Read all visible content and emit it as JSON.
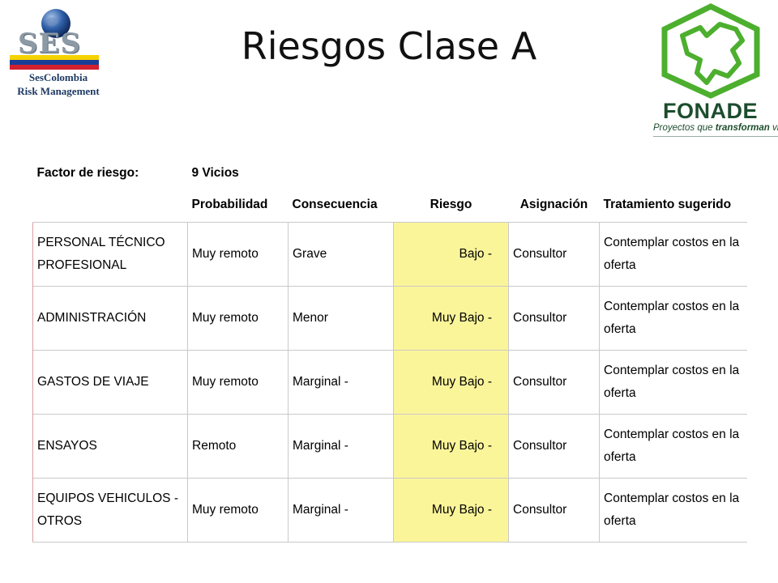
{
  "logo_left": {
    "wordmark": "SES",
    "line1": "SesColombia",
    "line2": "Risk Management",
    "flag_colors": [
      "#f5d200",
      "#1a3e97",
      "#d2202f"
    ]
  },
  "title": "Riesgos Clase A",
  "logo_right": {
    "brand": "FONADE",
    "tagline_prefix": "Proyectos que ",
    "tagline_bold": "transforman",
    "tagline_suffix": " vida",
    "color": "#4caf2e"
  },
  "table": {
    "factor_label": "Factor de riesgo:",
    "factor_value": "9 Vicios",
    "headers": [
      "Probabilidad",
      "Consecuencia",
      "Riesgo",
      "Asignación",
      "Tratamiento sugerido"
    ],
    "highlight_color": "#fbf59a",
    "rows": [
      {
        "factor": "PERSONAL TÉCNICO PROFESIONAL",
        "probabilidad": "Muy remoto",
        "consecuencia": "Grave",
        "riesgo": "Bajo -",
        "asignacion": "Consultor",
        "tratamiento": "Contemplar costos en la oferta"
      },
      {
        "factor": "ADMINISTRACIÓN",
        "probabilidad": "Muy remoto",
        "consecuencia": "Menor",
        "riesgo": "Muy Bajo -",
        "asignacion": "Consultor",
        "tratamiento": "Contemplar costos en la oferta"
      },
      {
        "factor": "GASTOS DE VIAJE",
        "probabilidad": "Muy remoto",
        "consecuencia": "Marginal -",
        "riesgo": "Muy Bajo -",
        "asignacion": "Consultor",
        "tratamiento": "Contemplar costos en la oferta"
      },
      {
        "factor": "ENSAYOS",
        "probabilidad": "Remoto",
        "consecuencia": "Marginal -",
        "riesgo": "Muy Bajo -",
        "asignacion": "Consultor",
        "tratamiento": "Contemplar costos en la oferta"
      },
      {
        "factor": "EQUIPOS VEHICULOS - OTROS",
        "probabilidad": "Muy remoto",
        "consecuencia": "Marginal -",
        "riesgo": "Muy Bajo -",
        "asignacion": "Consultor",
        "tratamiento": "Contemplar costos en la oferta"
      }
    ]
  }
}
